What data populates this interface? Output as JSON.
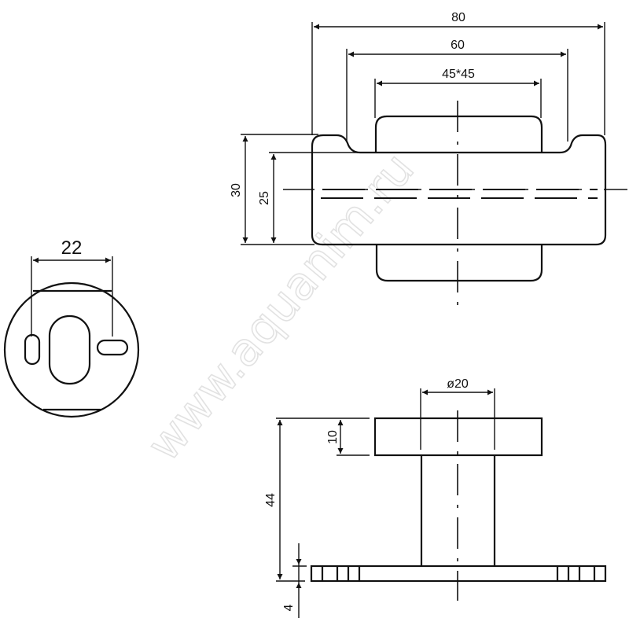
{
  "drawing": {
    "watermark": "www.aquanim.ru",
    "top_view": {
      "dimensions": {
        "overall_width": "80",
        "inner_width": "60",
        "plate_size": "45*45",
        "overall_height": "30",
        "inner_height": "25"
      }
    },
    "back_plate_view": {
      "dimensions": {
        "slot_spacing": "22"
      }
    },
    "side_view": {
      "dimensions": {
        "post_diameter": "ø20",
        "cap_thickness": "10",
        "total_depth": "44",
        "base_thickness": "4"
      }
    }
  }
}
